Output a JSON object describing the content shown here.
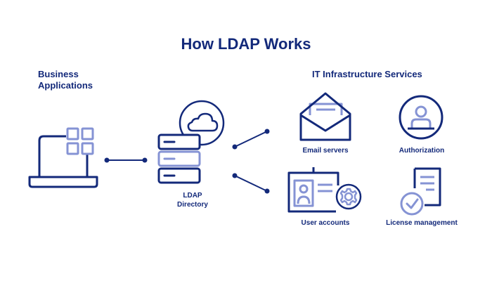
{
  "title": "How LDAP Works",
  "left_header": {
    "line1": "Business",
    "line2": "Applications"
  },
  "right_header": "IT Infrastructure Services",
  "center_label": {
    "line1": "LDAP",
    "line2": "Directory"
  },
  "services": {
    "email": "Email servers",
    "authorization": "Authorization",
    "user_accounts": "User accounts",
    "license": "License management"
  },
  "colors": {
    "navy": "#13297a",
    "accent": "#8593d4"
  },
  "icons": [
    "laptop-icon",
    "app-grid-icon",
    "server-stack-icon",
    "cloud-icon",
    "envelope-icon",
    "user-circle-icon",
    "id-card-icon",
    "gear-icon",
    "document-icon",
    "checkmark-circle-icon"
  ]
}
